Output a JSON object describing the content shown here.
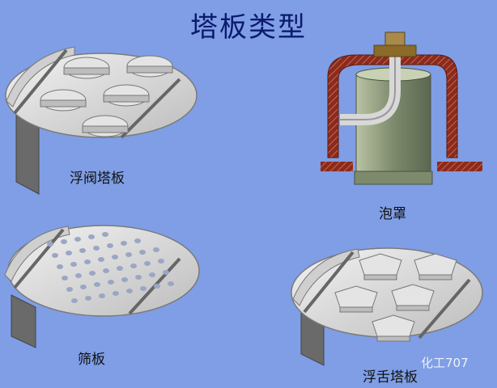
{
  "title": "塔板类型",
  "labels": {
    "float_valve": "浮阀塔板",
    "bubble_cap": "泡罩",
    "sieve": "筛板",
    "float_tongue": "浮舌塔板"
  },
  "watermark": "化工707",
  "colors": {
    "background": "#7f9ee5",
    "plate": "#d6d6d6",
    "plate_edge": "#8a8a8a",
    "dark": "#5b5b5b",
    "cap_wall": "#8b2a1e",
    "riser": "#8e9b7f",
    "hole": "#9aa6c4",
    "bolt": "#8b6a2a"
  }
}
